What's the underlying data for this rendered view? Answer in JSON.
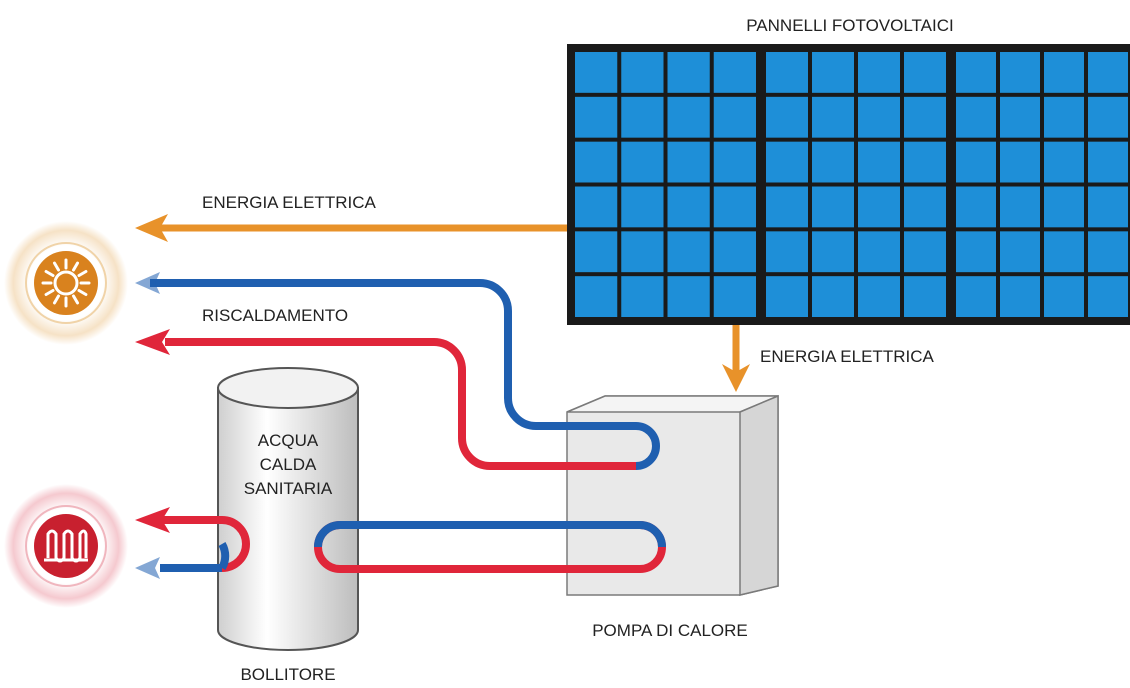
{
  "labels": {
    "panels": "PANNELLI FOTOVOLTAICI",
    "energy_top": "ENERGIA ELETTRICA",
    "energy_pump": "ENERGIA ELETTRICA",
    "heating": "RISCALDAMENTO",
    "tank_line1": "ACQUA",
    "tank_line2": "CALDA",
    "tank_line3": "SANITARIA",
    "tank": "BOLLITORE",
    "heat_pump": "POMPA DI CALORE"
  },
  "icons": {
    "heating_emitter": "sun-icon",
    "hot_water_emitter": "radiator-icon"
  },
  "colors": {
    "electric": "#E8922A",
    "hot_pipe": "#E0263A",
    "cold_pipe": "#1F5FB0",
    "panel_cell": "#1E8FD8",
    "panel_frame": "#1A1A1A",
    "sun_icon": "#D9821E",
    "radiator_icon": "#C8202F"
  }
}
